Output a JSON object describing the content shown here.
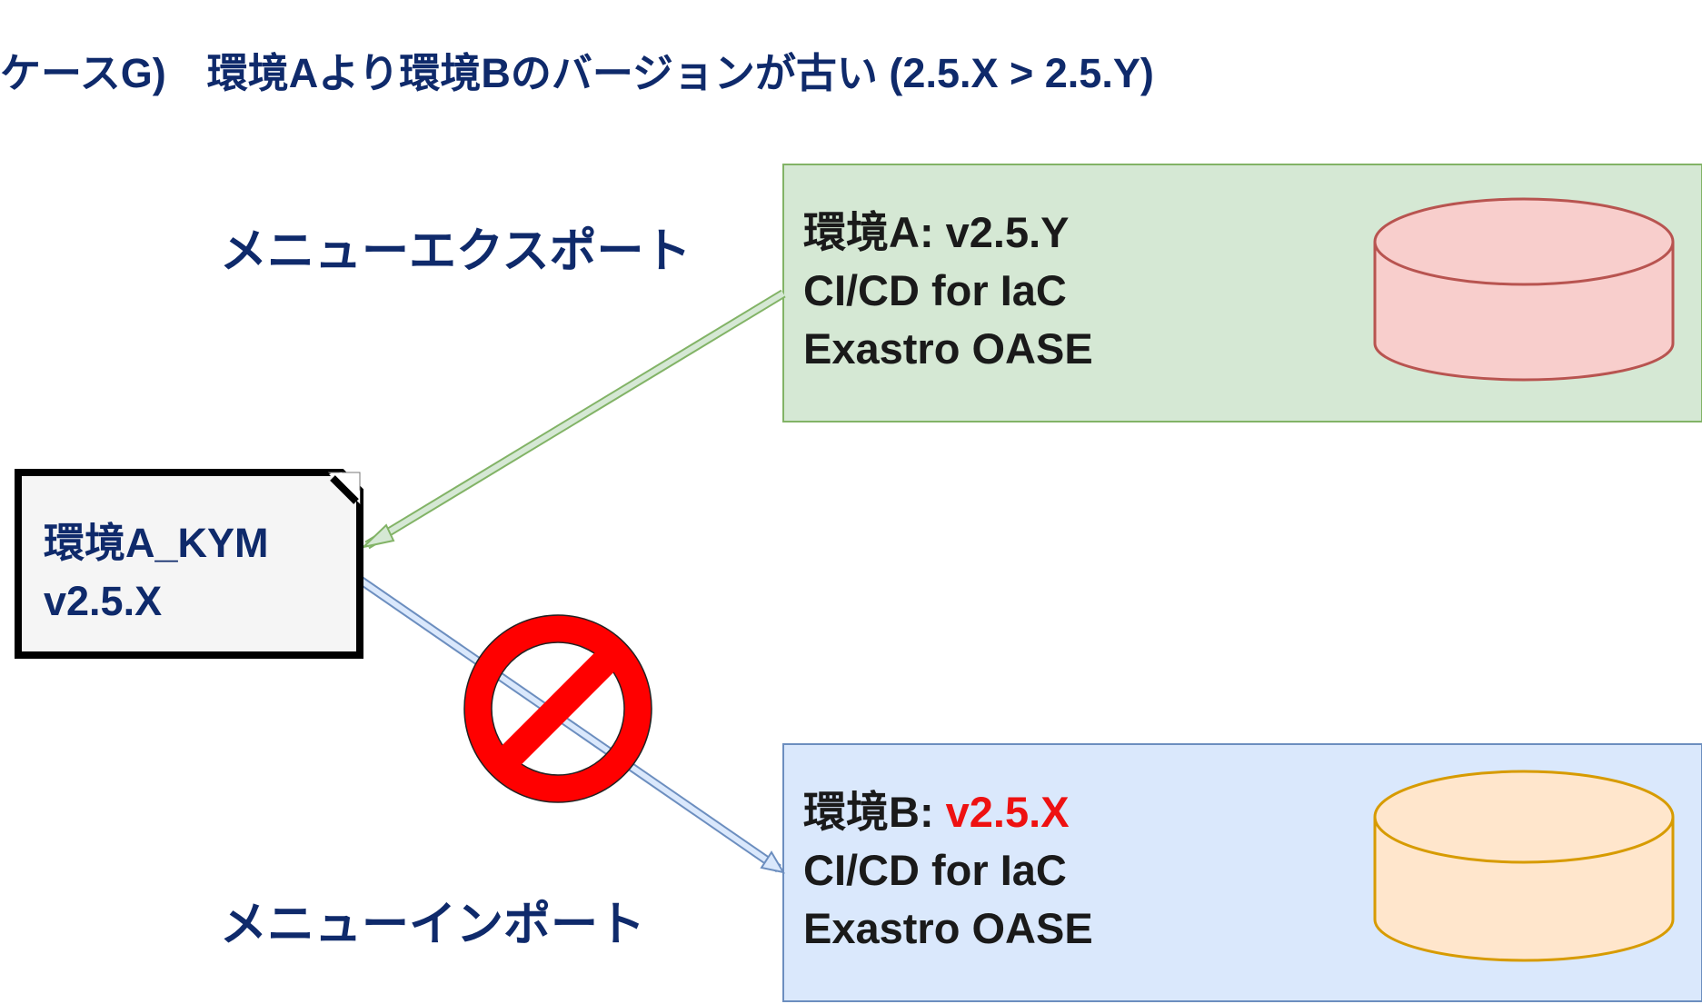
{
  "title": "ケースG)　環境Aより環境Bのバージョンが古い (2.5.X > 2.5.Y)",
  "export_label": "メニューエクスポート",
  "import_label": "メニューインポート",
  "env_a": {
    "name": "環境A: v2.5.Y",
    "line2": "CI/CD for IaC",
    "line3": "Exastro OASE"
  },
  "env_b": {
    "name_prefix": "環境B: ",
    "version": "v2.5.X",
    "line2": "CI/CD for IaC",
    "line3": "Exastro OASE"
  },
  "document": {
    "line1": "環境A_KYM",
    "line2": "v2.5.X"
  },
  "colors": {
    "navy_text": "#0f2a6b",
    "env_a_fill": "#d5e8d4",
    "env_a_border": "#82b366",
    "env_b_fill": "#dae8fc",
    "env_b_border": "#6c8ebf",
    "db_a_fill": "#f8cecc",
    "db_a_border": "#b85450",
    "db_b_fill": "#ffe6cc",
    "db_b_border": "#d79b00",
    "prohibited": "#ff0000",
    "version_warning": "#ee1111"
  },
  "icons": {
    "database_a": "database-cylinder-icon",
    "database_b": "database-cylinder-icon",
    "document": "file-document-icon",
    "prohibited": "prohibited-icon"
  }
}
